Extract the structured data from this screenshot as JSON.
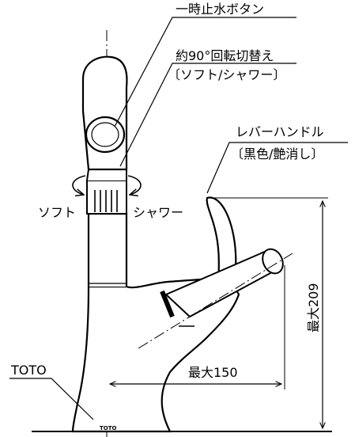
{
  "labels": {
    "stop_button": "一時止水ボタン",
    "switch_line1": "約90°回転切替え",
    "switch_line2": "〔ソフト/シャワー〕",
    "lever_line1": "レバーハンドル",
    "lever_line2": "〔黒色/艶消し〕",
    "soft": "ソフト",
    "shower": "シャワー",
    "brand_label": "TOTO",
    "brand_mark": "TOTO"
  },
  "dimensions": {
    "height_label": "最大209",
    "width_label": "最大150"
  },
  "colors": {
    "line": "#000000",
    "fill": "#ffffff"
  }
}
